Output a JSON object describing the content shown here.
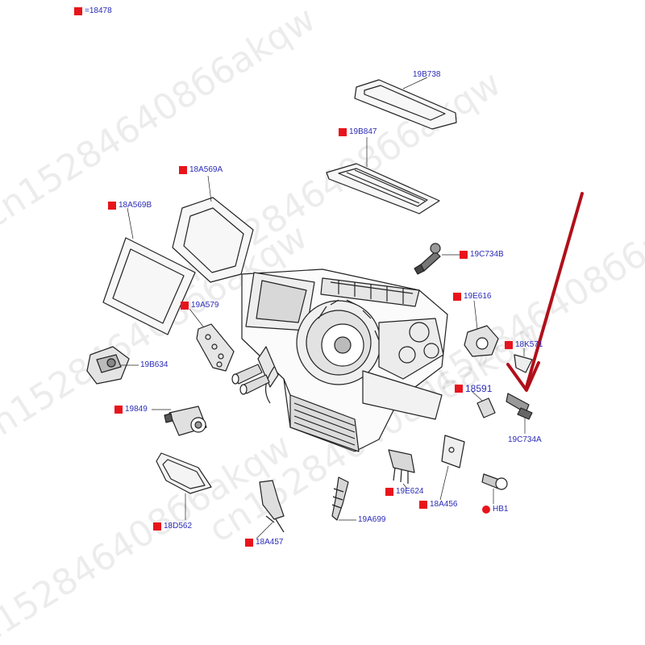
{
  "legend": {
    "swatch_color": "#e8141c",
    "text": "=18478"
  },
  "accent_color": "#e8141c",
  "label_color": "#2b2bb8",
  "arrow_color": "#b0101a",
  "watermark_text": "cn152846408б6akqw",
  "labels": [
    {
      "id": "19B738",
      "text": "19B738",
      "marker": "none"
    },
    {
      "id": "19B847",
      "text": "19B847",
      "marker": "square"
    },
    {
      "id": "18A569A",
      "text": "18A569A",
      "marker": "square"
    },
    {
      "id": "18A569B",
      "text": "18A569B",
      "marker": "square"
    },
    {
      "id": "19C734B",
      "text": "19C734B",
      "marker": "square"
    },
    {
      "id": "19E616",
      "text": "19E616",
      "marker": "square"
    },
    {
      "id": "19A579",
      "text": "19A579",
      "marker": "square"
    },
    {
      "id": "18K571",
      "text": "18K571",
      "marker": "square"
    },
    {
      "id": "19B634",
      "text": "19B634",
      "marker": "none"
    },
    {
      "id": "18591",
      "text": "18591",
      "marker": "square"
    },
    {
      "id": "19849",
      "text": "19849",
      "marker": "square"
    },
    {
      "id": "19C734A",
      "text": "19C734A",
      "marker": "none"
    },
    {
      "id": "18D562",
      "text": "18D562",
      "marker": "square"
    },
    {
      "id": "19E624",
      "text": "19E624",
      "marker": "square"
    },
    {
      "id": "18A456",
      "text": "18A456",
      "marker": "square"
    },
    {
      "id": "HB1",
      "text": "HB1",
      "marker": "dot"
    },
    {
      "id": "19A699",
      "text": "19A699",
      "marker": "none"
    },
    {
      "id": "18A457",
      "text": "18A457",
      "marker": "square"
    }
  ]
}
